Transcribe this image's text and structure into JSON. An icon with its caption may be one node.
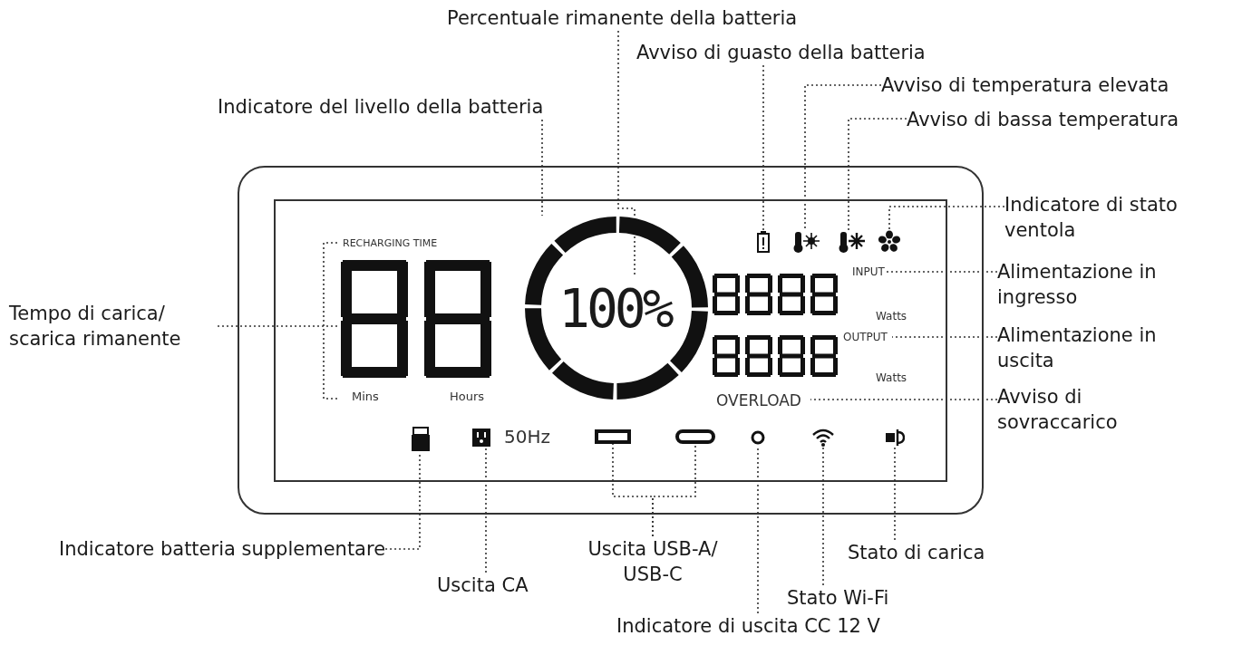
{
  "diagram": {
    "nodes": [
      {
        "text": [],
        "shape": "box"
      },
      {
        "text": [],
        "shape": "box",
        "in": 0
      },
      {
        "text": [],
        "shape": "box",
        "in": 1
      },
      {
        "text": [],
        "shape": "circle",
        "in": 1
      },
      {
        "text": [
          "100%"
        ],
        "in": 3
      },
      {
        "text": [],
        "shape": "battery",
        "in": 1
      },
      {
        "text": [],
        "shape": "thermometer",
        "in": 1
      },
      {
        "text": [],
        "shape": "thermometer",
        "in": 1
      },
      {
        "text": [],
        "shape": "fan",
        "in": 1
      },
      {
        "text": [
          "INPUT"
        ],
        "in": 1
      },
      {
        "text": [
          "OUTPUT"
        ],
        "in": 1
      },
      {
        "text": [
          "OVERLOAD"
        ],
        "in": 1
      },
      {
        "text": [],
        "shape": "battery",
        "in": 1
      },
      {
        "text": [],
        "shape": "socket",
        "in": 1
      },
      {
        "text": [],
        "shape": "port",
        "in": 1
      },
      {
        "text": [],
        "shape": "port",
        "in": 1
      },
      {
        "text": [],
        "shape": "circle",
        "in": 1
      },
      {
        "text": [],
        "shape": "wifi",
        "in": 1
      },
      {
        "text": [],
        "shape": "plug",
        "in": 1
      },
      {
        "text": [
          "Percentuale rimanente della batteria"
        ]
      },
      {
        "text": [
          "Avviso di guasto della batteria"
        ]
      },
      {
        "text": [
          "Avviso di temperatura elevata"
        ]
      },
      {
        "text": [
          "Indicatore del livello della batteria"
        ]
      },
      {
        "text": [
          "Avviso di bassa temperatura"
        ]
      },
      {
        "text": [
          "Indicatore di stato ventola"
        ]
      },
      {
        "text": [
          "Tempo di carica/ scarica rimanente"
        ]
      },
      {
        "text": [
          "Alimentazione in ingresso"
        ]
      },
      {
        "text": [
          "Alimentazione in uscita"
        ]
      },
      {
        "text": [
          "Avviso di sovraccarico"
        ]
      },
      {
        "text": [
          "Indicatore batteria supplementare"
        ]
      },
      {
        "text": [
          "Uscita CA"
        ]
      },
      {
        "text": [
          "Uscita USB-A/ USB-C"
        ]
      },
      {
        "text": [
          "Stato di carica"
        ]
      },
      {
        "text": [
          "Stato Wi-Fi"
        ]
      },
      {
        "text": [
          "Indicatore di uscita CC 12 V"
        ]
      }
    ],
    "edges": [
      {
        "from": 19,
        "to": 4,
        "arrow": "none",
        "style": "dashed"
      },
      {
        "from": 20,
        "to": 5,
        "arrow": "none",
        "style": "dashed"
      },
      {
        "from": 21,
        "to": 6,
        "arrow": "none",
        "style": "dashed"
      },
      {
        "from": 22,
        "to": 3,
        "arrow": "none",
        "style": "dashed"
      },
      {
        "from": 23,
        "to": 7,
        "arrow": "none",
        "style": "dashed"
      },
      {
        "from": 24,
        "to": 8,
        "arrow": "none",
        "style": "dashed"
      },
      {
        "from": 25,
        "to": 2,
        "arrow": "none",
        "style": "dashed"
      },
      {
        "from": 26,
        "to": 9,
        "arrow": "none",
        "style": "dashed"
      },
      {
        "from": 27,
        "to": 10,
        "arrow": "none",
        "style": "dashed"
      },
      {
        "from": 28,
        "to": 11,
        "arrow": "none",
        "style": "dashed"
      },
      {
        "from": 29,
        "to": 12,
        "arrow": "none",
        "style": "dashed"
      },
      {
        "from": 30,
        "to": 13,
        "arrow": "none",
        "style": "dashed"
      },
      {
        "from": 31,
        "to": 14,
        "arrow": "none",
        "style": "dashed"
      },
      {
        "from": 31,
        "to": 15,
        "arrow": "none",
        "style": "dashed"
      },
      {
        "from": 32,
        "to": 18,
        "arrow": "none",
        "style": "dashed"
      },
      {
        "from": 33,
        "to": 17,
        "arrow": "none",
        "style": "dashed"
      },
      {
        "from": 34,
        "to": 16,
        "arrow": "none",
        "style": "dashed"
      }
    ],
    "labels": [
      "RECHARGING TIME",
      "Mins",
      "Hours",
      "Watts",
      "Watts",
      "50Hz"
    ]
  }
}
